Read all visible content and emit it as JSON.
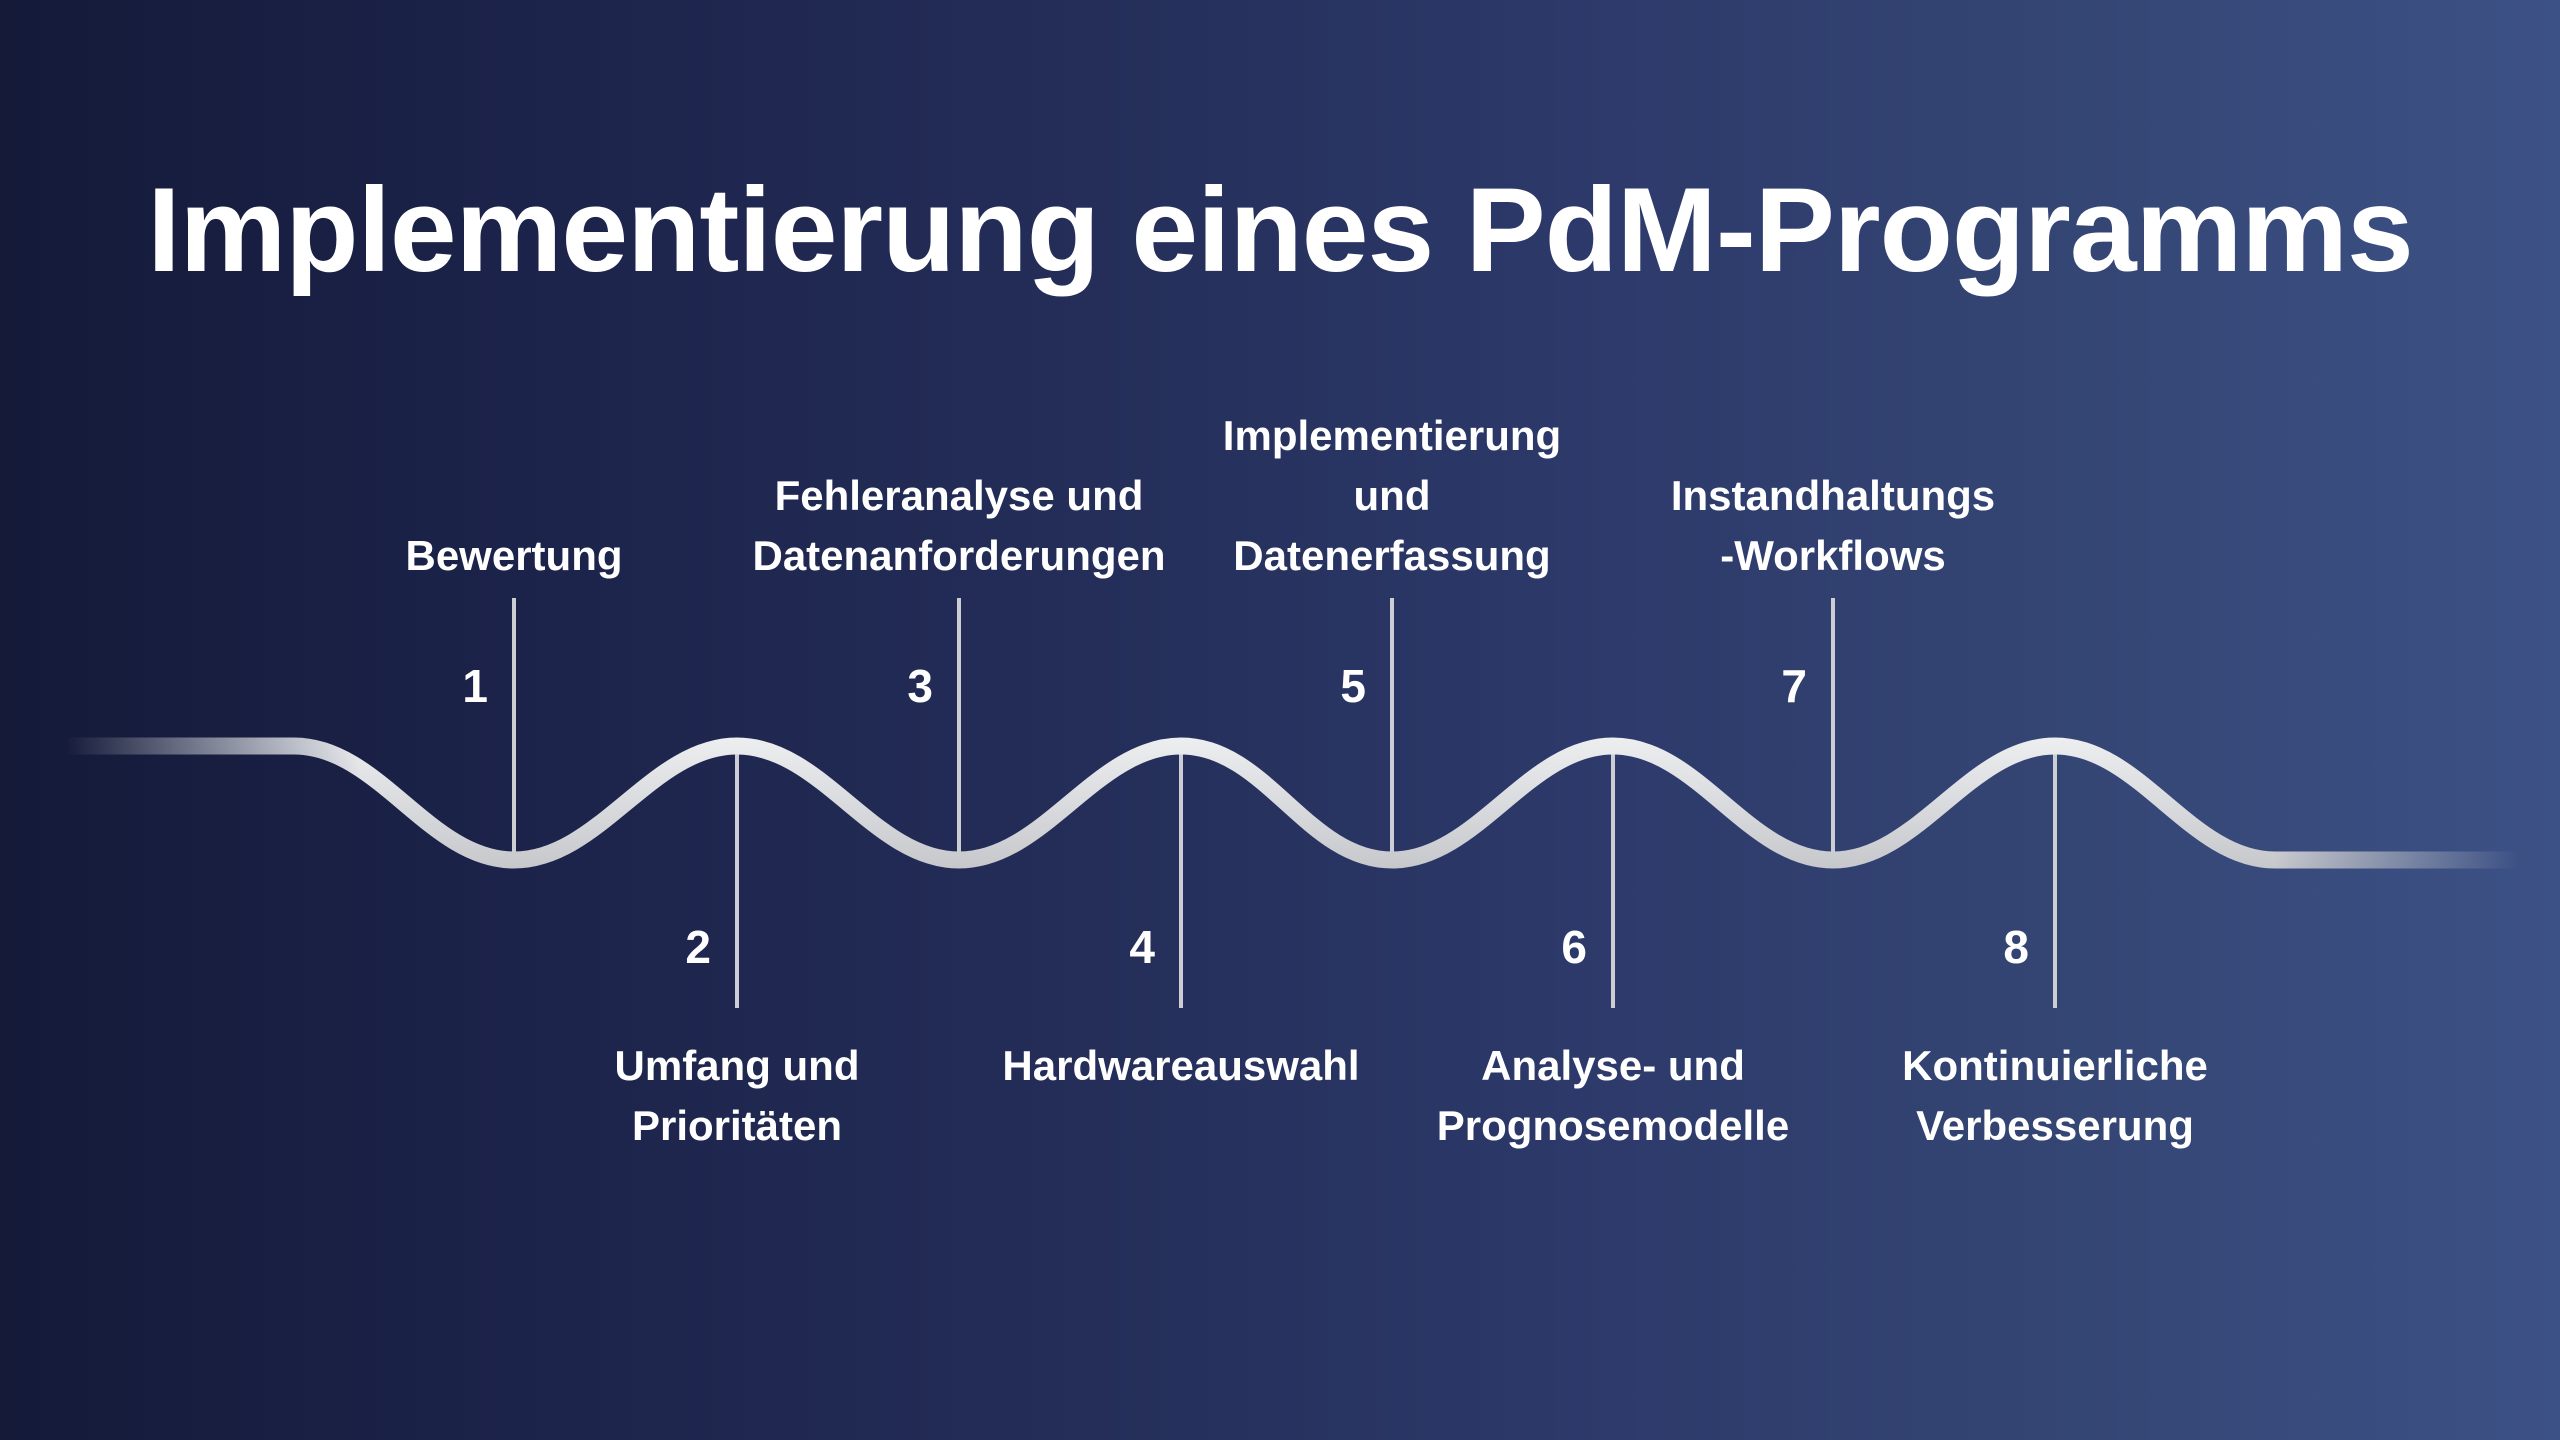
{
  "title": "Implementierung eines PdM-Programms",
  "colors": {
    "background_left": "#141a38",
    "background_right": "#3c5186",
    "wave_light": "#eceef0",
    "wave_dark": "#c6c8cc",
    "tick": "#ccced4",
    "text": "#ffffff"
  },
  "timeline": {
    "wave_shape": "sine-wave",
    "steps": [
      {
        "number": "1",
        "label": "Bewertung",
        "side": "above"
      },
      {
        "number": "2",
        "label": "Umfang und\nPrioritäten",
        "side": "below"
      },
      {
        "number": "3",
        "label": "Fehleranalyse und\nDatenanforderungen",
        "side": "above"
      },
      {
        "number": "4",
        "label": "Hardwareauswahl",
        "side": "below"
      },
      {
        "number": "5",
        "label": "Implementierung\nund\nDatenerfassung",
        "side": "above"
      },
      {
        "number": "6",
        "label": "Analyse- und\nPrognosemodelle",
        "side": "below"
      },
      {
        "number": "7",
        "label": "Instandhaltungs\n-Workflows",
        "side": "above"
      },
      {
        "number": "8",
        "label": "Kontinuierliche\nVerbesserung",
        "side": "below"
      }
    ]
  }
}
